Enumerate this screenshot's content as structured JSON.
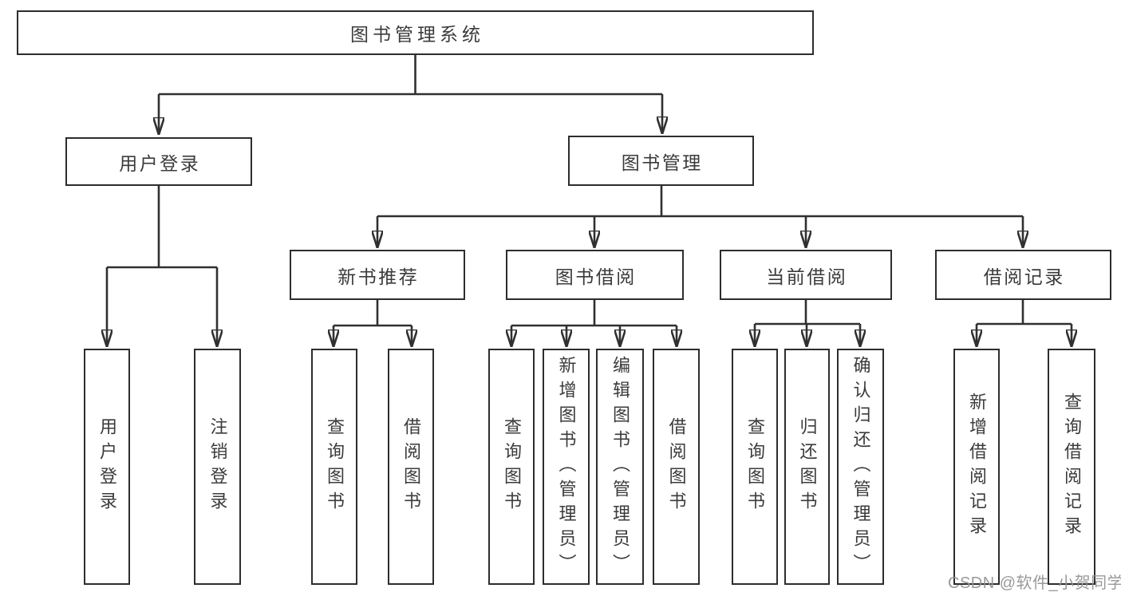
{
  "tree": {
    "label": "图书管理系统",
    "children": [
      {
        "label": "用户登录",
        "children": [
          {
            "label": "用户登录"
          },
          {
            "label": "注销登录"
          }
        ]
      },
      {
        "label": "图书管理",
        "children": [
          {
            "label": "新书推荐",
            "children": [
              {
                "label": "查询图书"
              },
              {
                "label": "借阅图书"
              }
            ]
          },
          {
            "label": "图书借阅",
            "children": [
              {
                "label": "查询图书"
              },
              {
                "label": "新增图书（管理员）"
              },
              {
                "label": "编辑图书（管理员）"
              },
              {
                "label": "借阅图书"
              }
            ]
          },
          {
            "label": "当前借阅",
            "children": [
              {
                "label": "查询图书"
              },
              {
                "label": "归还图书"
              },
              {
                "label": "确认归还（管理员）"
              }
            ]
          },
          {
            "label": "借阅记录",
            "children": [
              {
                "label": "新增借阅记录"
              },
              {
                "label": "查询借阅记录"
              }
            ]
          }
        ]
      }
    ]
  },
  "watermark": {
    "text": "CSDN @软件_小贺同学"
  },
  "colors": {
    "line": "#303030",
    "box_border": "#2d2d2d",
    "text": "#3b3b3b",
    "background": "#ffffff",
    "watermark": "#949494"
  }
}
